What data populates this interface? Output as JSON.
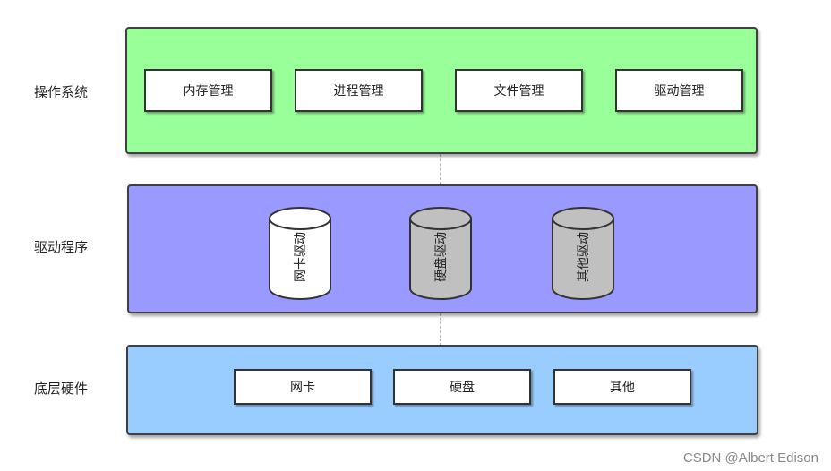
{
  "layers": [
    {
      "label": "操作系统",
      "color": "#99ff99",
      "items": [
        "内存管理",
        "进程管理",
        "文件管理",
        "驱动管理"
      ]
    },
    {
      "label": "驱动程序",
      "color": "#9999ff",
      "items": [
        "网卡驱动",
        "硬盘驱动",
        "其他驱动"
      ],
      "item_fills": [
        "#ffffff",
        "#c0c0c0",
        "#c0c0c0"
      ]
    },
    {
      "label": "底层硬件",
      "color": "#99ccff",
      "items": [
        "网卡",
        "硬盘",
        "其他"
      ]
    }
  ],
  "watermark": "CSDN @Albert Edison"
}
